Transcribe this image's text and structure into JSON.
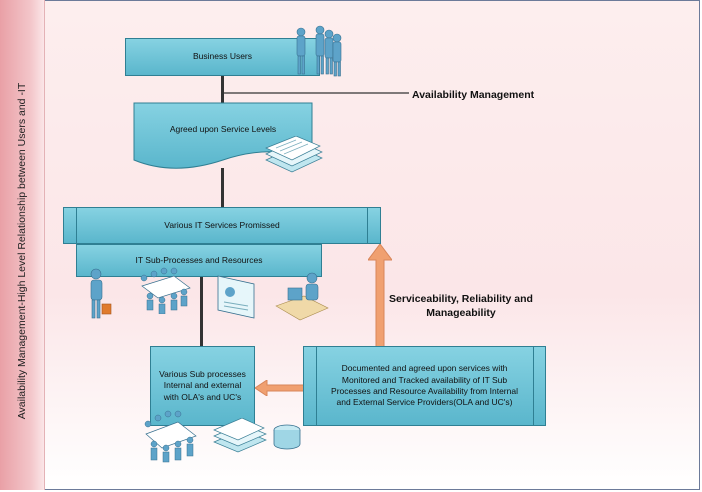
{
  "side_title": "Availability Management-High Level Relationship between Users and -IT",
  "nodes": {
    "business_users": "Business Users",
    "service_levels": "Agreed upon Service Levels",
    "it_services": "Various IT Services Promissed",
    "sub_processes_resources": "IT Sub-Processes and Resources",
    "various_sub_processes": "Various Sub processes Internal and external with OLA's and UC's",
    "documented_services": "Documented and agreed upon services with Monitored and Tracked availability of IT Sub Processes and Resource Availability from Internal and External Service Providers(OLA and UC's)"
  },
  "labels": {
    "availability_management": "Availability Management",
    "serviceability": "Serviceability, Reliability and Manageability"
  },
  "colors": {
    "box_fill": "#6fc3d7",
    "box_border": "#2f7f93",
    "arrow": "#f0a070",
    "background": "#fbe6e8"
  }
}
